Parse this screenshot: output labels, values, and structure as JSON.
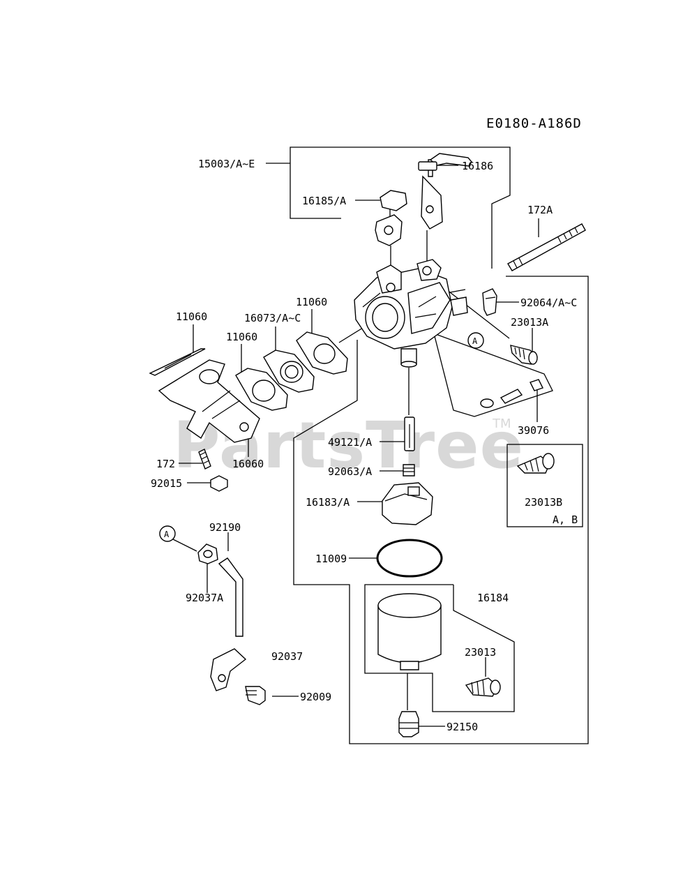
{
  "diagram_code": "E0180-A186D",
  "watermark": "PartsTree",
  "watermark_tm": "TM",
  "labels": {
    "p15003": "15003/A~E",
    "p16185": "16185/A",
    "p16186": "16186",
    "p172A": "172A",
    "p92064": "92064/A~C",
    "p23013A": "23013A",
    "p11060a": "11060",
    "p11060b": "11060",
    "p11060c": "11060",
    "p16073": "16073/A~C",
    "p39076": "39076",
    "p49121": "49121/A",
    "p92063": "92063/A",
    "p16183": "16183/A",
    "p172": "172",
    "p16060": "16060",
    "p92015": "92015",
    "p23013B": "23013B",
    "p23013B_variants": "A, B",
    "p11009": "11009",
    "p92190": "92190",
    "p92037A": "92037A",
    "p92037": "92037",
    "p92009": "92009",
    "p16184": "16184",
    "p23013": "23013",
    "p92150": "92150",
    "ref_a1": "A",
    "ref_a2": "A"
  }
}
